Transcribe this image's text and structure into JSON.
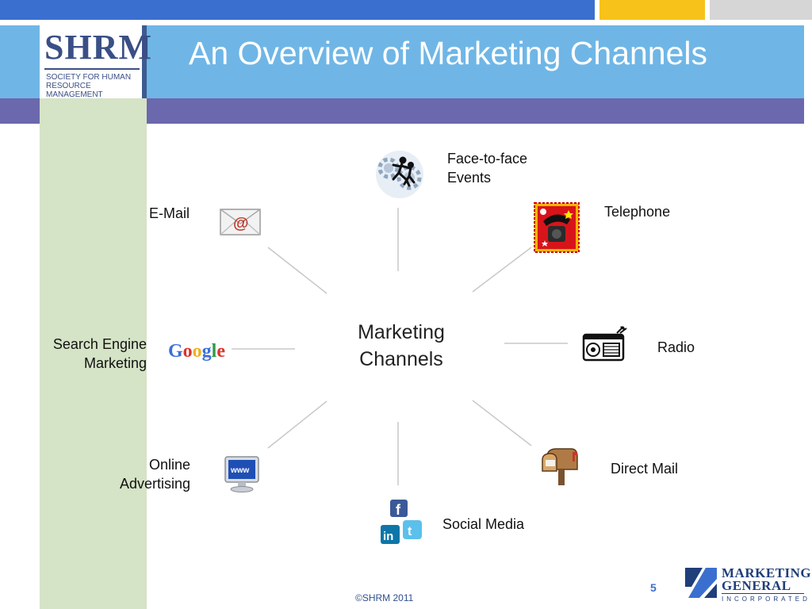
{
  "slide": {
    "title": "An Overview of Marketing Channels",
    "page_number": "5",
    "footer": "©SHRM 2011"
  },
  "logos": {
    "shrm": {
      "name": "SHRM",
      "subtitle": "Society for Human Resource Management"
    },
    "marketing_general": {
      "line1": "MARKETING",
      "line2": "GENERAL",
      "line3": "INCORPORATED"
    }
  },
  "diagram": {
    "center": {
      "line1": "Marketing",
      "line2": "Channels"
    },
    "channels": {
      "face_to_face": {
        "line1": "Face-to-face",
        "line2": "Events",
        "icon": "people-gears-icon"
      },
      "telephone": {
        "label": "Telephone",
        "icon": "telephone-stamp-icon"
      },
      "email": {
        "label": "E-Mail",
        "icon": "email-envelope-icon"
      },
      "radio": {
        "label": "Radio",
        "icon": "radio-icon"
      },
      "search_engine": {
        "line1": "Search Engine",
        "line2": "Marketing",
        "icon": "google-logo-icon"
      },
      "online_advertising": {
        "line1": "Online",
        "line2": "Advertising",
        "icon": "www-monitor-icon"
      },
      "direct_mail": {
        "label": "Direct Mail",
        "icon": "mailbox-icon"
      },
      "social_media": {
        "label": "Social Media",
        "icon": "social-media-icon"
      }
    },
    "google_word": "Google"
  },
  "colors": {
    "top_bar_blue": "#3b6fcf",
    "top_bar_gold": "#f7c21a",
    "header_blue": "#6fb6e6",
    "purple_band": "#6b68ad",
    "left_column_green": "#d5e3c6",
    "connector_grey": "#c8c8c8"
  }
}
